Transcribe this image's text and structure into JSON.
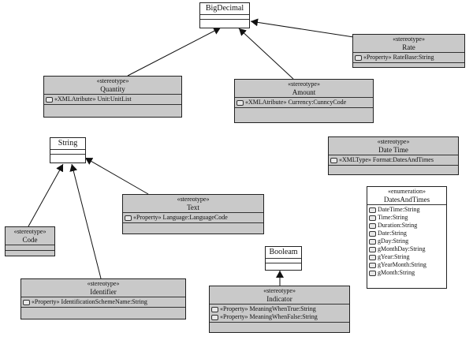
{
  "classes": {
    "bigdecimal": {
      "name": "BigDecimal"
    },
    "string": {
      "name": "String"
    },
    "boolean": {
      "name": "Booleam"
    },
    "rate": {
      "stereotype": "«stereotype»",
      "name": "Rate",
      "attr": "«Property»  RateBase:String"
    },
    "quantity": {
      "stereotype": "«stereotype»",
      "name": "Quantity",
      "attr": "«XMLAtribute» Unit:UnitList"
    },
    "amount": {
      "stereotype": "«stereotype»",
      "name": "Amount",
      "attr": "«XMLAtribute»  Currency:CunncyCode"
    },
    "datetime": {
      "stereotype": "«stereotype»",
      "name": "Date Time",
      "attr": "«XMLType»  Format:DatesAndTimes"
    },
    "text": {
      "stereotype": "«stereotype»",
      "name": "Text",
      "attr": "«Property»  Language:LanguageCode"
    },
    "code": {
      "stereotype": "«stereotype»",
      "name": "Code"
    },
    "identifier": {
      "stereotype": "«stereotype»",
      "name": "Identifier",
      "attr": "«Property»  IdentificationSchemeName:String"
    },
    "indicator": {
      "stereotype": "«stereotype»",
      "name": "Indicator",
      "attr1": "«Property»  MeaningWhenTrue:String",
      "attr2": "«Property»  MeaningWhenFalse:String"
    },
    "datesandtimes": {
      "stereotype": "«enumeration»",
      "name": "DatesAndTimes",
      "items": [
        "DateTime:String",
        "Time:String",
        "Duration:String",
        "Date:String",
        "gDay:String",
        "gMonthDay:String",
        "gYear:String",
        "gYearMonth:String",
        "gMonth:String"
      ]
    }
  }
}
